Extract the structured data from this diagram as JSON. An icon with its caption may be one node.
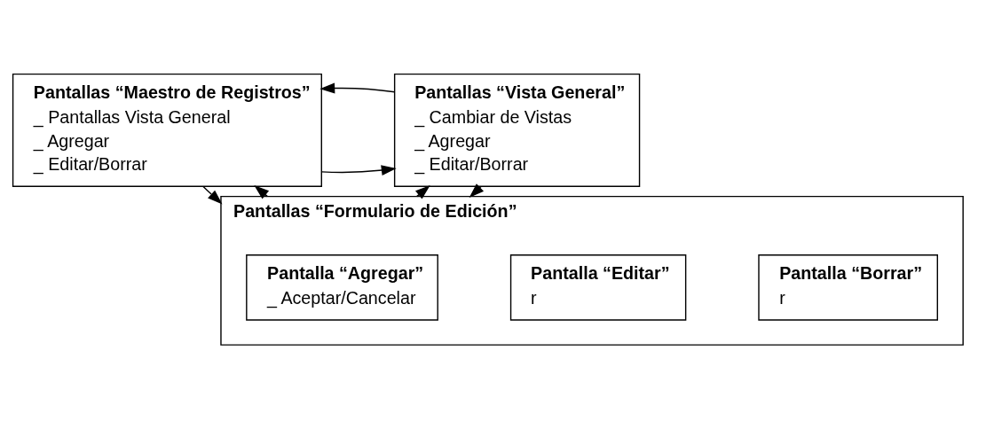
{
  "diagram": {
    "nodes": [
      {
        "text": [
          "Pantallas “Maestro de Registros”",
          "_ Pantallas Vista General",
          "_ Agregar",
          "_ Editar/Borrar"
        ]
      },
      {
        "text": [
          "Pantallas “Vista General”",
          "_ Cambiar de Vistas",
          "_ Agregar",
          "_ Editar/Borrar"
        ]
      },
      {
        "text": [
          "Pantallas “Formulario de Edición”"
        ]
      },
      {
        "text": [
          "Pantalla “Borrar”",
          "r"
        ],
        "in": 2
      },
      {
        "text": [
          "Pantalla “Editar”",
          "r"
        ],
        "in": 2
      },
      {
        "text": [
          "Pantalla “Agregar”",
          "_ Aceptar/Cancelar"
        ],
        "in": 2
      }
    ],
    "edges": [
      {
        "from": 0,
        "to": 1,
        "arrow": "to"
      },
      {
        "from": 1,
        "to": 0,
        "arrow": "to"
      },
      {
        "from": 0,
        "to": 2,
        "arrow": "to"
      },
      {
        "from": 2,
        "to": 0,
        "arrow": "to"
      },
      {
        "from": 2,
        "to": 1,
        "arrow": "to"
      },
      {
        "from": 1,
        "to": 2,
        "arrow": "to"
      }
    ]
  }
}
